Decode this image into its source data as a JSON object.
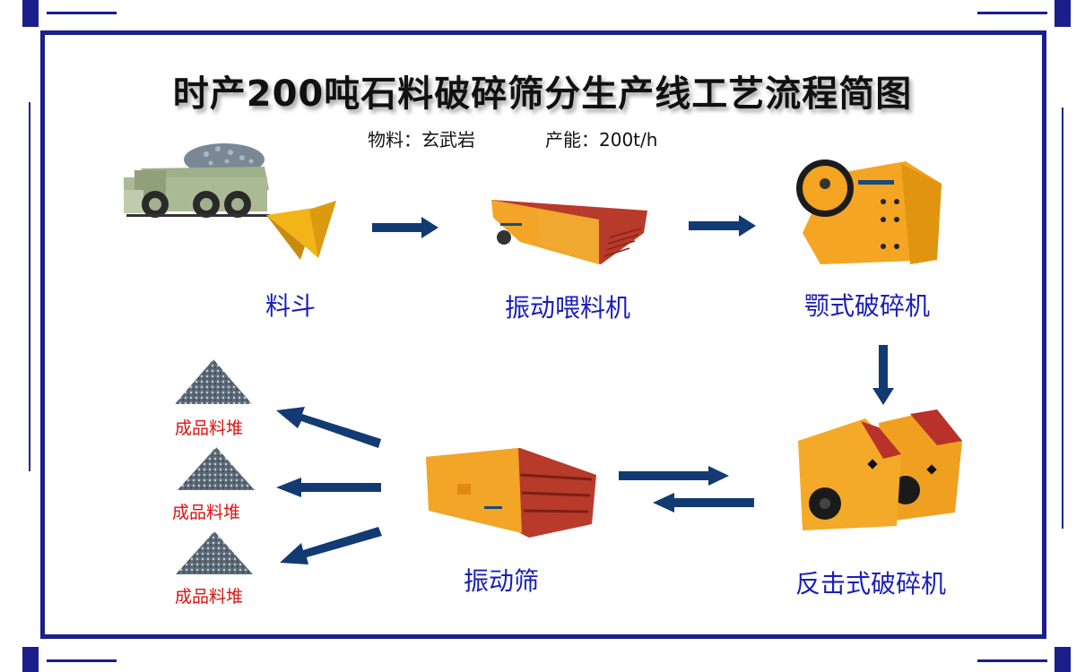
{
  "title": "时产200吨石料破碎筛分生产线工艺流程简图",
  "subtitle": {
    "material_label": "物料：玄武岩",
    "capacity_label": "产能：200t/h"
  },
  "colors": {
    "frame": "#1a1f8c",
    "arrow": "#123a73",
    "equipment_label": "#1a1fb8",
    "pile_label": "#dd1111",
    "machine_orange": "#f0a020",
    "machine_red": "#b8322a"
  },
  "stages": [
    {
      "id": "hopper",
      "label": "料斗",
      "icon": "dump-truck-hopper-icon"
    },
    {
      "id": "feeder",
      "label": "振动喂料机",
      "icon": "vibrating-feeder-icon"
    },
    {
      "id": "jaw",
      "label": "颚式破碎机",
      "icon": "jaw-crusher-icon"
    },
    {
      "id": "impact",
      "label": "反击式破碎机",
      "icon": "impact-crusher-icon"
    },
    {
      "id": "screen",
      "label": "振动筛",
      "icon": "vibrating-screen-icon"
    }
  ],
  "piles": [
    {
      "label": "成品料堆"
    },
    {
      "label": "成品料堆"
    },
    {
      "label": "成品料堆"
    }
  ],
  "flows": [
    {
      "from": "料斗",
      "to": "振动喂料机",
      "direction": "right"
    },
    {
      "from": "振动喂料机",
      "to": "颚式破碎机",
      "direction": "right"
    },
    {
      "from": "颚式破碎机",
      "to": "反击式破碎机",
      "direction": "down"
    },
    {
      "from": "振动筛",
      "to": "反击式破碎机",
      "direction": "right"
    },
    {
      "from": "反击式破碎机",
      "to": "振动筛",
      "direction": "left"
    },
    {
      "from": "振动筛",
      "to": "成品料堆 1",
      "direction": "up-left"
    },
    {
      "from": "振动筛",
      "to": "成品料堆 2",
      "direction": "left"
    },
    {
      "from": "振动筛",
      "to": "成品料堆 3",
      "direction": "down-left"
    }
  ]
}
